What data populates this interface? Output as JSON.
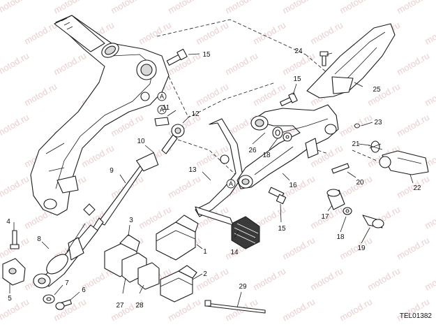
{
  "watermark": "motod.ru",
  "drawing_code": "TEL01382",
  "reference_marker": "A",
  "callouts": [
    "1",
    "2",
    "3",
    "4",
    "5",
    "6",
    "7",
    "8",
    "9",
    "10",
    "11",
    "12",
    "13",
    "14",
    "15",
    "15",
    "15",
    "16",
    "17",
    "18",
    "18",
    "19",
    "20",
    "21",
    "22",
    "23",
    "24",
    "25",
    "26",
    "27",
    "28",
    "29"
  ]
}
